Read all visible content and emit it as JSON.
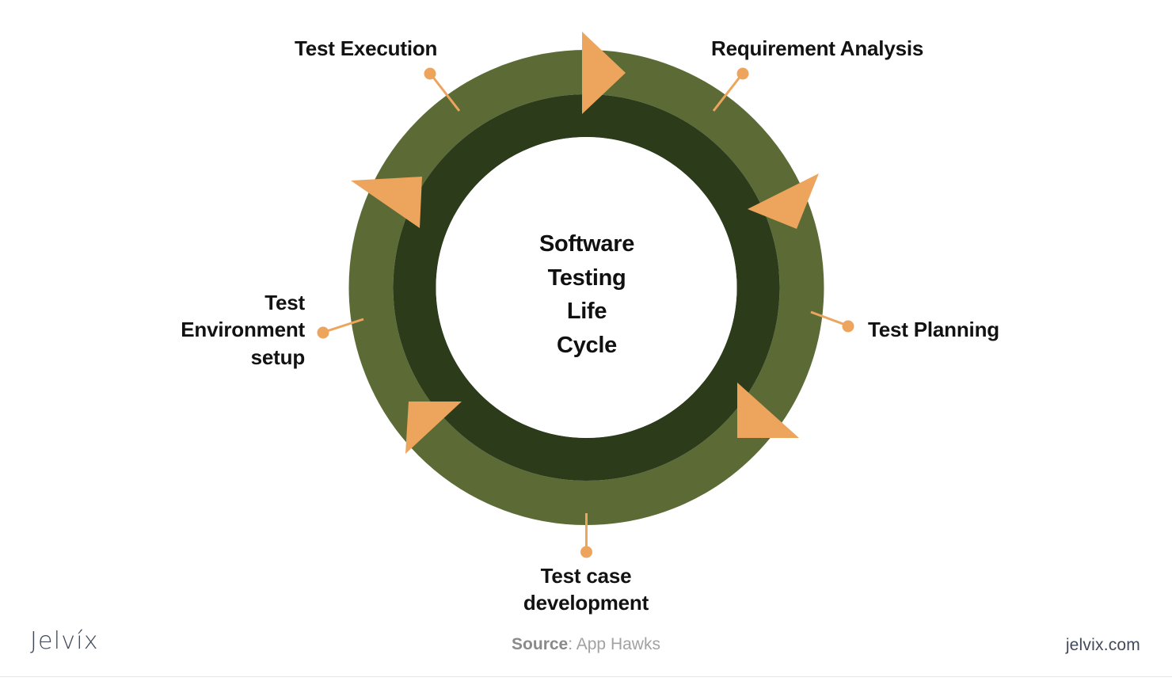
{
  "diagram": {
    "center_text": "Software\nTesting\nLife\nCycle",
    "colors": {
      "ring_outer": "#5c6b35",
      "ring_inner": "#2c3c1b",
      "arrow": "#eda45c",
      "connector": "#eda45c",
      "label_text": "#121212",
      "background": "#ffffff"
    },
    "nodes": [
      {
        "id": "test-execution",
        "label": "Test Execution",
        "position": "top-left"
      },
      {
        "id": "requirement-analysis",
        "label": "Requirement Analysis",
        "position": "top-right"
      },
      {
        "id": "test-planning",
        "label": "Test Planning",
        "position": "right"
      },
      {
        "id": "test-case-development",
        "label": "Test case\ndevelopment",
        "position": "bottom"
      },
      {
        "id": "test-environment-setup",
        "label": "Test\nEnvironment\nsetup",
        "position": "left"
      }
    ]
  },
  "footer": {
    "logo": "Jelvíx",
    "source_key": "Source",
    "source_value": ": App Hawks",
    "site_url": "jelvix.com"
  }
}
